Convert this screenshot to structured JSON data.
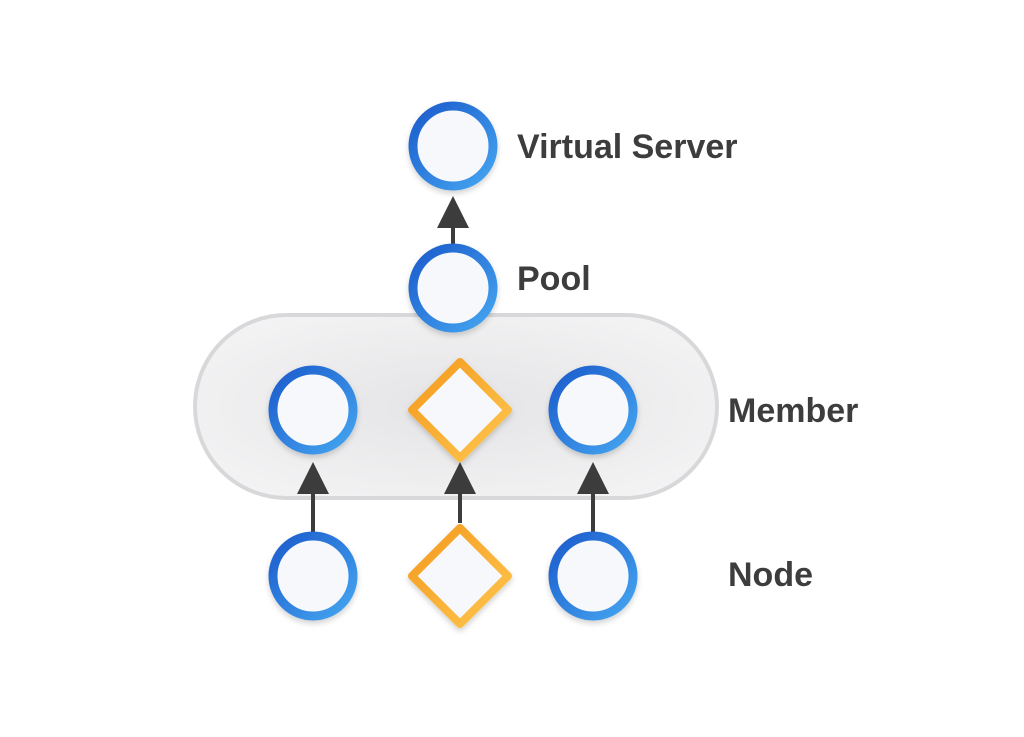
{
  "diagram": {
    "labels": {
      "virtual_server": "Virtual Server",
      "pool": "Pool",
      "member": "Member",
      "node": "Node"
    },
    "colors": {
      "circle_stroke_outer": "#1e64cf",
      "circle_stroke_inner": "#4aa3ee",
      "diamond_stroke_outer": "#f5a623",
      "diamond_stroke_inner": "#ffc24a",
      "node_fill": "#f7f8fb",
      "member_group_fill": "#eeeeef",
      "member_group_border": "#d9d9db",
      "arrow": "#3c3c3c",
      "label_text": "#3d3d3d"
    },
    "nodes": [
      {
        "id": "virtual-server",
        "shape": "circle",
        "layer": "virtual_server"
      },
      {
        "id": "pool",
        "shape": "circle",
        "layer": "pool"
      },
      {
        "id": "member-1",
        "shape": "circle",
        "layer": "member"
      },
      {
        "id": "member-2",
        "shape": "diamond",
        "layer": "member"
      },
      {
        "id": "member-3",
        "shape": "circle",
        "layer": "member"
      },
      {
        "id": "node-1",
        "shape": "circle",
        "layer": "node"
      },
      {
        "id": "node-2",
        "shape": "diamond",
        "layer": "node"
      },
      {
        "id": "node-3",
        "shape": "circle",
        "layer": "node"
      }
    ],
    "edges": [
      {
        "from": "pool",
        "to": "virtual-server"
      },
      {
        "from": "node-1",
        "to": "member-1"
      },
      {
        "from": "node-2",
        "to": "member-2"
      },
      {
        "from": "node-3",
        "to": "member-3"
      }
    ]
  }
}
